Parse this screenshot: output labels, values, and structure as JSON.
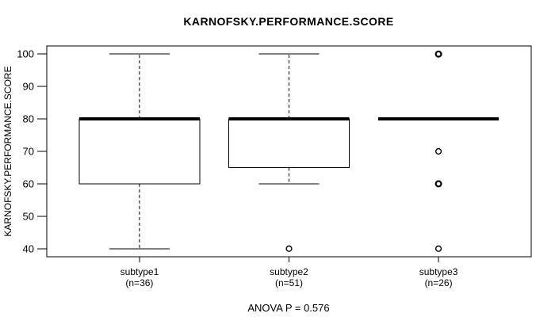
{
  "colors": {
    "background": "#ffffff",
    "line": "#000000",
    "box_fill": "#ffffff"
  },
  "chart_data": {
    "type": "boxplot",
    "title": "KARNOFSKY.PERFORMANCE.SCORE",
    "ylabel": "KARNOFSKY.PERFORMANCE.SCORE",
    "xlabel": "",
    "annotation": "ANOVA P = 0.576",
    "grid": false,
    "legend": "none",
    "ylim": [
      37.5,
      102.5
    ],
    "yticks": [
      40,
      50,
      60,
      70,
      80,
      90,
      100
    ],
    "groups": [
      {
        "label": "subtype1",
        "sublabel": "(n=36)",
        "n": 36,
        "whisker_low": 40,
        "q1": 60,
        "median": 80,
        "q3": 80,
        "whisker_high": 100,
        "outliers": [],
        "emphasized_outliers": []
      },
      {
        "label": "subtype2",
        "sublabel": "(n=51)",
        "n": 51,
        "whisker_low": 60,
        "q1": 65,
        "median": 80,
        "q3": 80,
        "whisker_high": 100,
        "outliers": [
          40
        ],
        "emphasized_outliers": []
      },
      {
        "label": "subtype3",
        "sublabel": "(n=26)",
        "n": 26,
        "whisker_low": 80,
        "q1": 80,
        "median": 80,
        "q3": 80,
        "whisker_high": 80,
        "outliers": [
          100,
          70,
          60,
          40
        ],
        "emphasized_outliers": [
          100,
          60
        ]
      }
    ]
  }
}
